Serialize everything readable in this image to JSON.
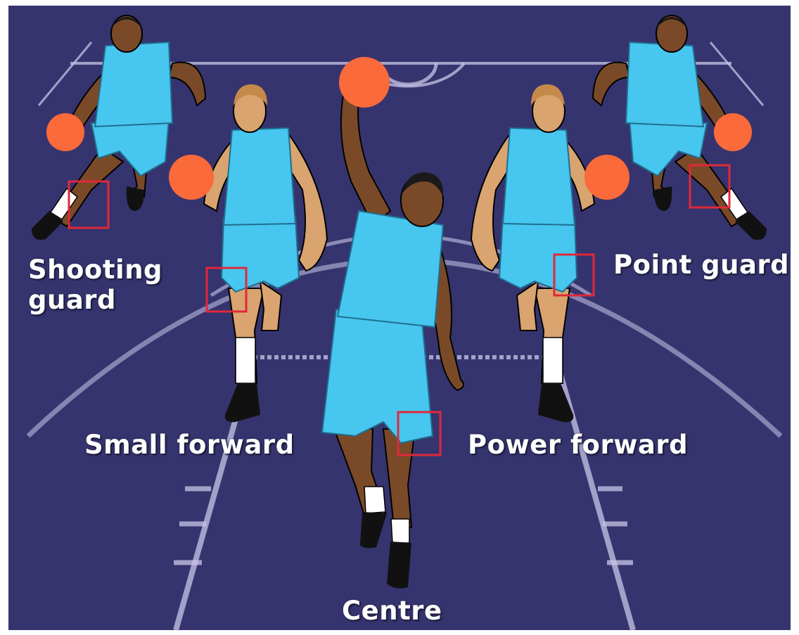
{
  "colors": {
    "court": "#36346e",
    "court_line": "#c9c6e8",
    "jersey": "#47c6ef",
    "jersey_dark": "#1f9cc9",
    "ball": "#fa6a3a",
    "skin_dark": "#7a4a28",
    "skin_light": "#d9a46f",
    "hair_light": "#c58a4a",
    "shoe": "#111111",
    "marker": "#e0283a"
  },
  "labels": {
    "shooting_guard_line1": "Shooting",
    "shooting_guard_line2": "guard",
    "small_forward": "Small forward",
    "power_forward": "Power forward",
    "point_guard": "Point guard",
    "centre": "Centre"
  },
  "players": [
    {
      "name": "shooting-guard",
      "skin": "dark"
    },
    {
      "name": "small-forward",
      "skin": "light"
    },
    {
      "name": "centre",
      "skin": "dark"
    },
    {
      "name": "power-forward",
      "skin": "light"
    },
    {
      "name": "point-guard",
      "skin": "dark"
    }
  ]
}
